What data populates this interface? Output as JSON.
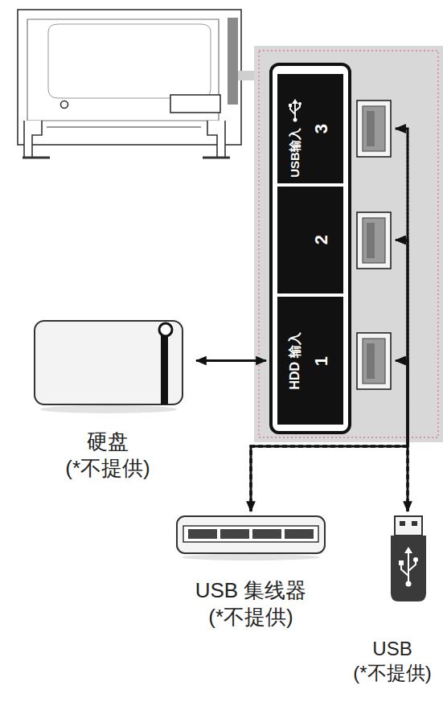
{
  "diagram": {
    "nodes": [
      {
        "text": [
          "USB输入",
          "3"
        ]
      },
      {
        "text": [
          "2"
        ]
      },
      {
        "text": [
          "硬盘",
          "(*不提供)"
        ]
      },
      {
        "text": [
          "HDD 输入",
          "1"
        ]
      },
      {
        "text": [
          "USB 集线器",
          "(*不提供)"
        ]
      },
      {
        "text": [
          "USB",
          "(*不提供)"
        ]
      }
    ],
    "edges": [
      {
        "from": 2,
        "to": 3,
        "arrow": "both"
      },
      {
        "from": 3,
        "to": 4,
        "arrow": "both"
      },
      {
        "from": 3,
        "to": 5,
        "arrow": "both"
      },
      {
        "from": 4,
        "to": 1,
        "arrow": "to"
      },
      {
        "from": 4,
        "to": 0,
        "arrow": "to"
      },
      {
        "from": 5,
        "to": 1,
        "arrow": "to"
      },
      {
        "from": 5,
        "to": 0,
        "arrow": "to"
      }
    ]
  }
}
